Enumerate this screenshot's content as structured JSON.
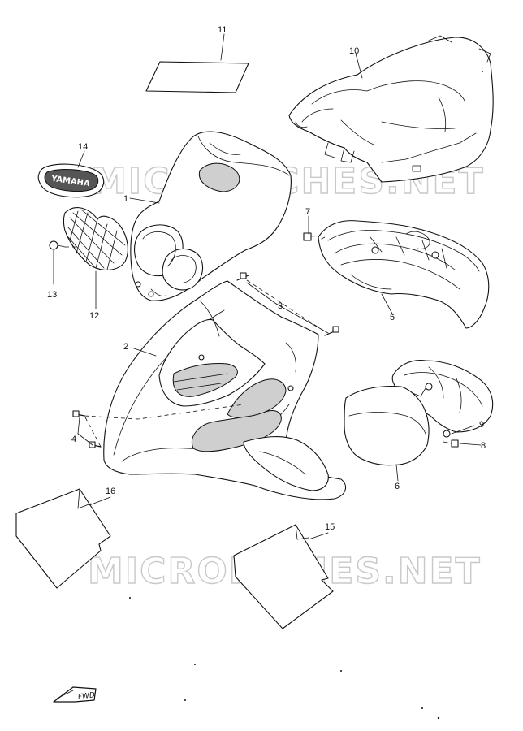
{
  "watermark": "MICROFICHES.NET",
  "badge_text": "YAMAHA",
  "fwd_text": "FWD",
  "callouts": [
    "1",
    "2",
    "3",
    "4",
    "5",
    "6",
    "7",
    "8",
    "9",
    "10",
    "11",
    "12",
    "13",
    "14",
    "15",
    "16"
  ],
  "colors": {
    "ink": "#111111",
    "shade": "#cfcfcf",
    "watermark": "#c9c9c9"
  }
}
